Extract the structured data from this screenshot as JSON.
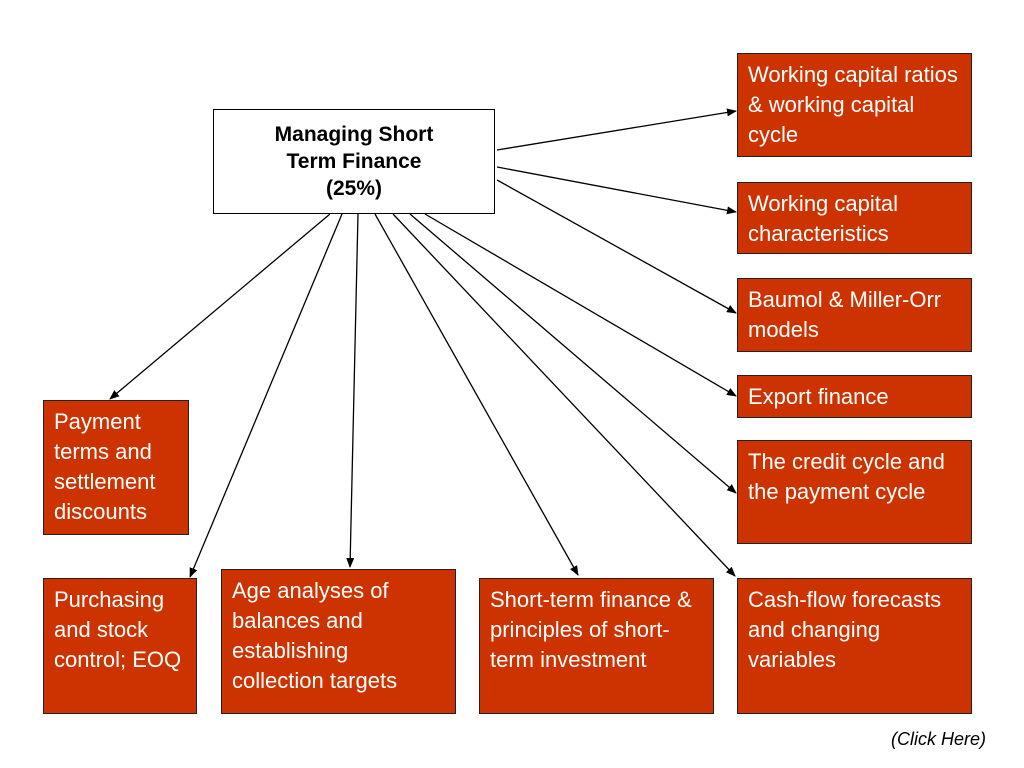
{
  "root": {
    "line1": "Managing Short",
    "line2": "Term Finance",
    "line3": "(25%)"
  },
  "topics": [
    {
      "id": "ratios",
      "label": "Working capital ratios & working capital cycle"
    },
    {
      "id": "characteristics",
      "label": "Working capital characteristics"
    },
    {
      "id": "baumol",
      "label": "Baumol & Miller-Orr models"
    },
    {
      "id": "export",
      "label": "Export finance"
    },
    {
      "id": "credit-cycle",
      "label": "The credit cycle and the payment cycle"
    },
    {
      "id": "cash-flow",
      "label": "Cash-flow forecasts and changing variables"
    },
    {
      "id": "short-term",
      "label": "Short-term finance & principles of short-term investment"
    },
    {
      "id": "age-analyses",
      "label": "Age analyses of balances and establishing collection targets"
    },
    {
      "id": "purchasing",
      "label": "Purchasing and stock control; EOQ"
    },
    {
      "id": "payment-terms",
      "label": "Payment terms and settlement discounts"
    }
  ],
  "footer": {
    "link": "(Click Here)"
  },
  "colors": {
    "node_fill": "#cc3300",
    "node_text": "#ffffff",
    "line": "#000000"
  }
}
